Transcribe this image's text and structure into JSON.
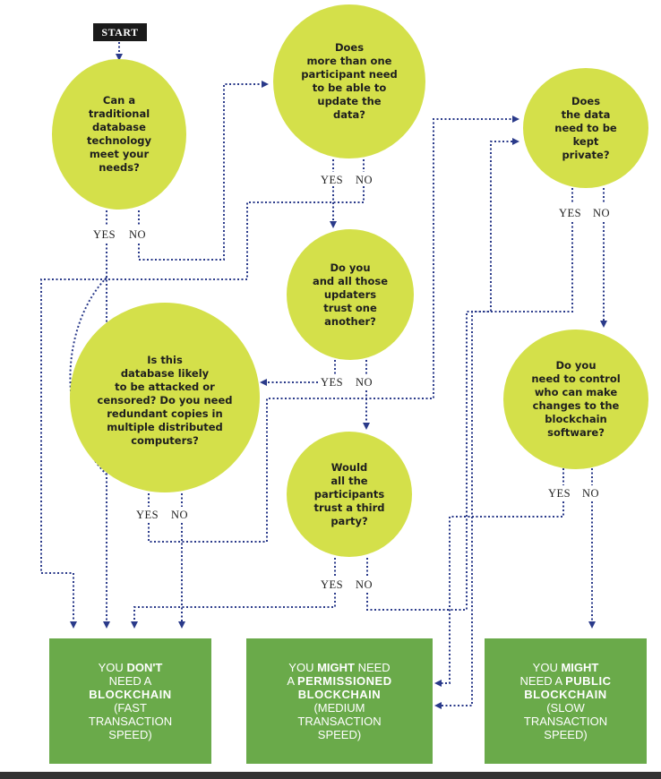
{
  "colors": {
    "node_fill": "#d4e04a",
    "outcome_fill": "#6aaa4a",
    "connector": "#2a3a8a",
    "start_fill": "#1a1a1a"
  },
  "start": {
    "label": "START"
  },
  "questions": {
    "q1": "Can a\ntraditional\ndatabase\ntechnology\nmeet your\nneeds?",
    "q2": "Does\nmore than one\nparticipant need\nto be able to\nupdate the\ndata?",
    "q3": "Do you\nand all those\nupdaters\ntrust one\nanother?",
    "q4": "Is this\ndatabase likely\nto be attacked or\ncensored? Do you need\nredundant copies in\nmultiple distributed\ncomputers?",
    "q5": "Would\nall the\nparticipants\ntrust a third\nparty?",
    "q6": "Does\nthe data\nneed to be\nkept\nprivate?",
    "q7": "Do you\nneed to control\nwho can make\nchanges to the\nblockchain\nsoftware?"
  },
  "answers": {
    "yes": "YES",
    "no": "NO"
  },
  "outcomes": {
    "none": {
      "line1": "YOU ",
      "em": "DON'T",
      "line2": "NEED A",
      "big": "BLOCKCHAIN",
      "speed1": "(FAST",
      "speed2": "TRANSACTION",
      "speed3": "SPEED)"
    },
    "permissioned": {
      "line1": "YOU ",
      "em": "MIGHT",
      "line1b": " NEED",
      "line2": "A ",
      "big1": "PERMISSIONED",
      "big2": "BLOCKCHAIN",
      "speed1": "(MEDIUM",
      "speed2": "TRANSACTION",
      "speed3": "SPEED)"
    },
    "public": {
      "line1": "YOU ",
      "em": "MIGHT",
      "line2": "NEED A ",
      "big1": "PUBLIC",
      "big2": "BLOCKCHAIN",
      "speed1": "(SLOW",
      "speed2": "TRANSACTION",
      "speed3": "SPEED)"
    }
  }
}
